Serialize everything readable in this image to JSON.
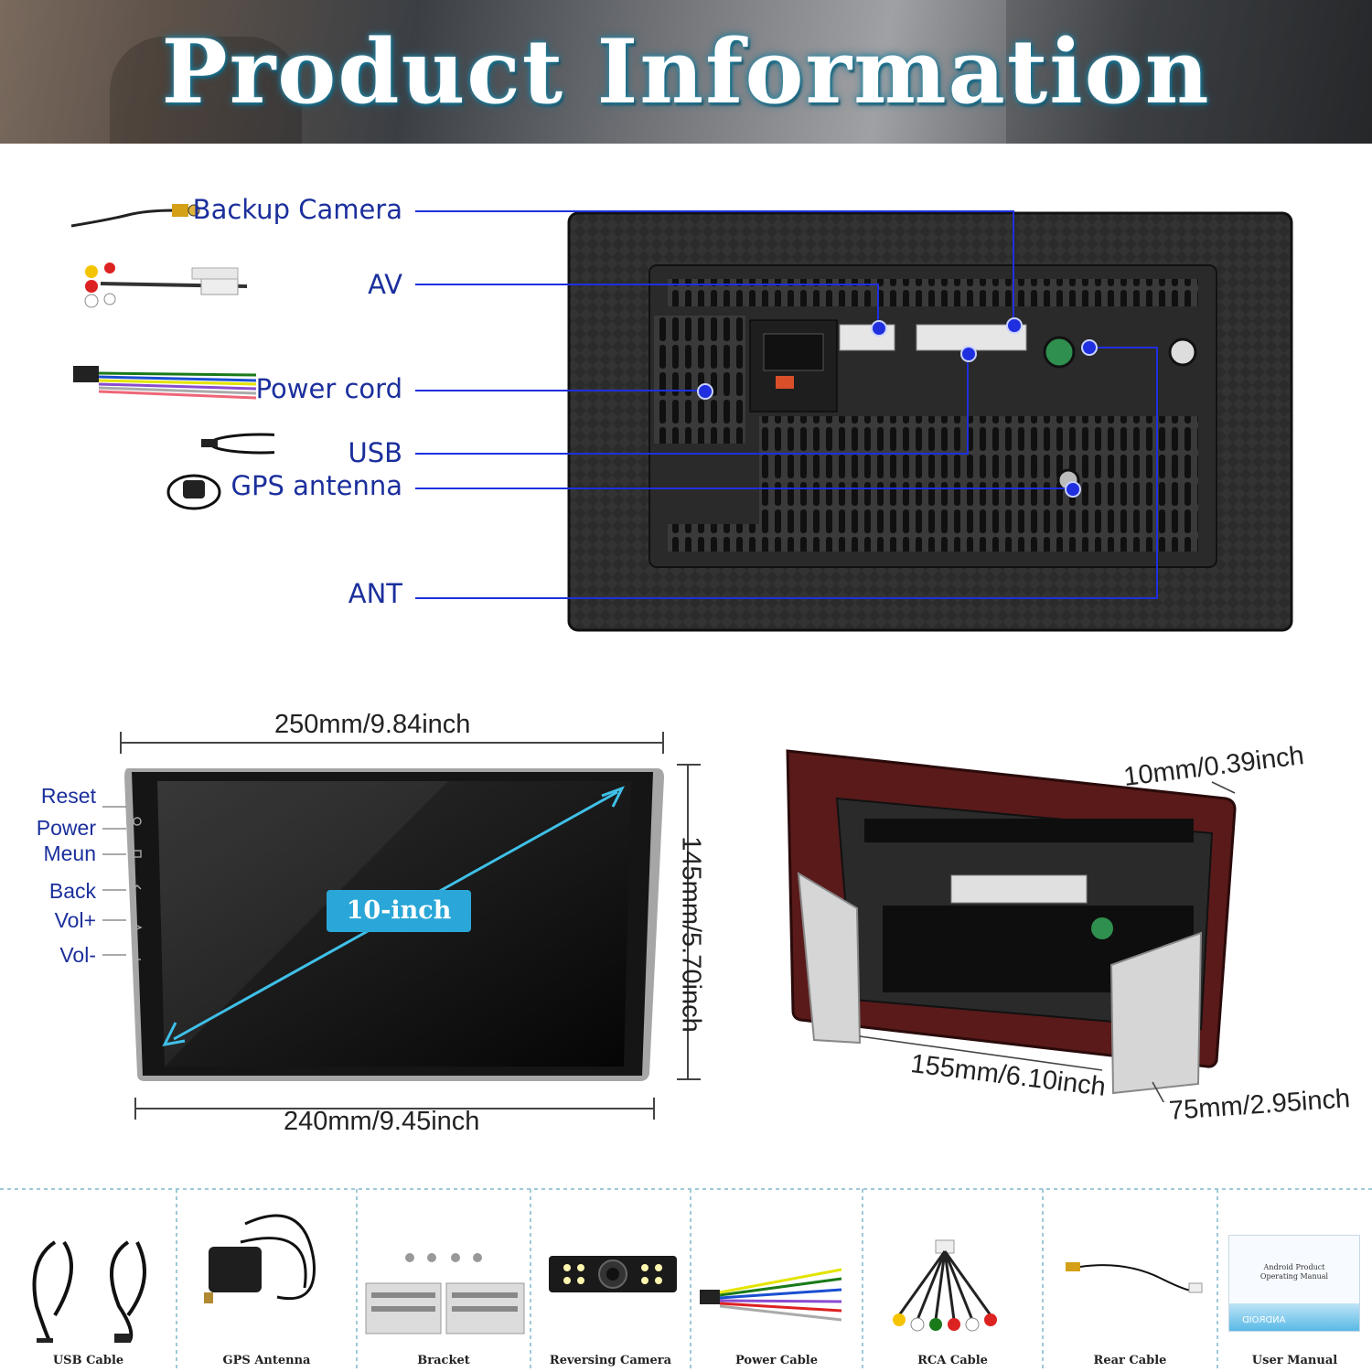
{
  "header": {
    "title": "Product Information"
  },
  "interfaces": [
    {
      "label": "Backup Camera",
      "icon": "camera-cable-icon"
    },
    {
      "label": "AV",
      "icon": "rca-cable-icon"
    },
    {
      "label": "Power cord",
      "icon": "power-harness-icon"
    },
    {
      "label": "USB",
      "icon": "usb-cable-icon"
    },
    {
      "label": "GPS antenna",
      "icon": "gps-antenna-icon"
    },
    {
      "label": "ANT",
      "icon": "antenna-icon"
    }
  ],
  "dimensions": {
    "top_width": "250mm/9.84inch",
    "bottom_width": "240mm/9.45inch",
    "height": "145mm/5.70inch",
    "screen_size": "10-inch",
    "thickness": "10mm/0.39inch",
    "depth": "155mm/6.10inch",
    "bracket_height": "75mm/2.95inch"
  },
  "side_buttons": [
    "Reset",
    "Power",
    "Meun",
    "Back",
    "Vol+",
    "Vol-"
  ],
  "accessories": [
    {
      "label": "USB Cable"
    },
    {
      "label": "GPS Antenna"
    },
    {
      "label": "Bracket"
    },
    {
      "label": "Reversing Camera"
    },
    {
      "label": "Power Cable"
    },
    {
      "label": "RCA Cable"
    },
    {
      "label": "Rear Cable"
    },
    {
      "label": "User Manual"
    }
  ],
  "manual_cover": {
    "line1": "Android Product",
    "line2": "Operating Manual",
    "brand": "ANDROID"
  },
  "colors": {
    "label_blue": "#1b2f9c",
    "callout_blue": "#1f2fe0",
    "badge_cyan": "#2aa7d8",
    "arrow_cyan": "#3fc0e8"
  }
}
